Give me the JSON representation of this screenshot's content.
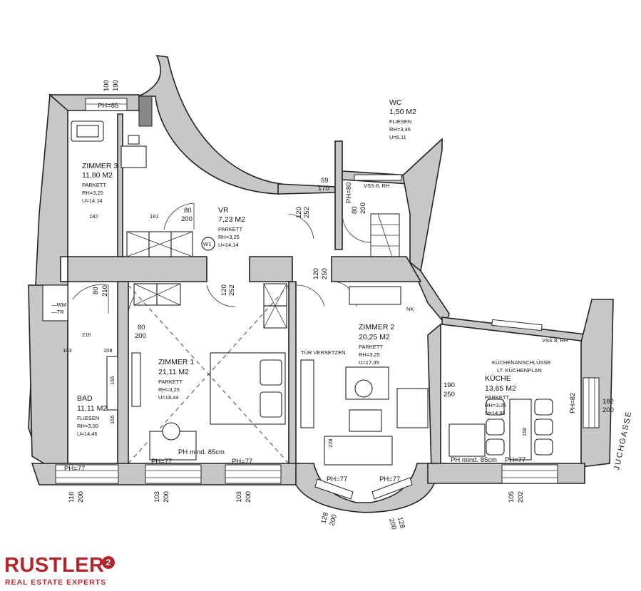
{
  "rooms": {
    "zimmer3": {
      "name": "ZIMMER 3",
      "area": "11,80 M2",
      "floor": "PARKETT",
      "rh": "RH=3,25",
      "u": "U=14,14"
    },
    "vr": {
      "name": "VR",
      "area": "7,23 M2",
      "floor": "PARKETT",
      "rh": "RH=3,25",
      "u": "U=14,14"
    },
    "wc": {
      "name": "WC",
      "area": "1,50 M2",
      "floor": "FLIESEN",
      "rh": "RH=3,45",
      "u": "U=5,11"
    },
    "zimmer1": {
      "name": "ZIMMER 1",
      "area": "21,11 M2",
      "floor": "PARKETT",
      "rh": "RH=3,25",
      "u": "U=18,44"
    },
    "zimmer2": {
      "name": "ZIMMER 2",
      "area": "20,25 M2",
      "floor": "PARKETT",
      "rh": "RH=3,25",
      "u": "U=17,35"
    },
    "bad": {
      "name": "BAD",
      "area": "11,11 M2",
      "floor": "FLIESEN",
      "rh": "RH=3,00",
      "u": "U=14,46"
    },
    "kueche": {
      "name": "KÜCHE",
      "area": "13,65 M2",
      "floor": "PARKETT",
      "rh": "RH=3,25",
      "u": "U=14,83",
      "note1": "KÜCHENANSCHLÜSSE",
      "note2": "LT. KÜCHENPLAN"
    }
  },
  "notes": {
    "tuer": "TÜR VERSETZEN",
    "nk": "NK",
    "w1": "W1",
    "vss1": "VSS 8, RH",
    "vss2": "VSS 8, RH",
    "wm": "—WM",
    "tr": "—TR"
  },
  "parapets": {
    "ph85_top": "PH=85",
    "ph80_wc": "PH=80",
    "ph77_bad": "PH=77",
    "ph77_z1a": "PH=77",
    "ph_mind_z1": "PH mind. 85cm",
    "ph77_z1b": "PH=77",
    "ph77_z2a": "PH=77",
    "ph77_z2b": "PH=77",
    "ph_mind_k": "PH mind. 85cm",
    "ph77_k": "PH=77",
    "ph82_k": "PH=82"
  },
  "dimensions": {
    "d100": "100",
    "d190": "190",
    "d59": "59",
    "d170": "170",
    "d80a": "80",
    "d200a": "200",
    "d181": "181",
    "d182": "182",
    "d120a": "120",
    "d252a": "252",
    "d80wc": "80",
    "d200wc": "200",
    "d120b": "120",
    "d250b": "250",
    "d80b": "80",
    "d210b": "210",
    "d120c": "120",
    "d252c": "252",
    "d80c": "80",
    "d200c": "200",
    "d216": "216",
    "d103a": "103",
    "d108": "108",
    "d165a": "165",
    "d165b": "165",
    "d190k": "190",
    "d250k": "250",
    "d116": "116",
    "d200w1": "200",
    "d103w2": "103",
    "d200w2": "200",
    "d103w3": "103",
    "d200w3": "200",
    "d128a": "128",
    "d200w4": "200",
    "d128b": "128",
    "d200w5": "200",
    "d105": "105",
    "d202": "202",
    "d182k": "182",
    "d200k": "200",
    "d228": "228",
    "d150": "150"
  },
  "street": "JUCHGASSE",
  "logo": {
    "brand": "RUSTLER",
    "badge": "2",
    "tagline": "REAL ESTATE EXPERTS",
    "color": "#b3252c"
  }
}
